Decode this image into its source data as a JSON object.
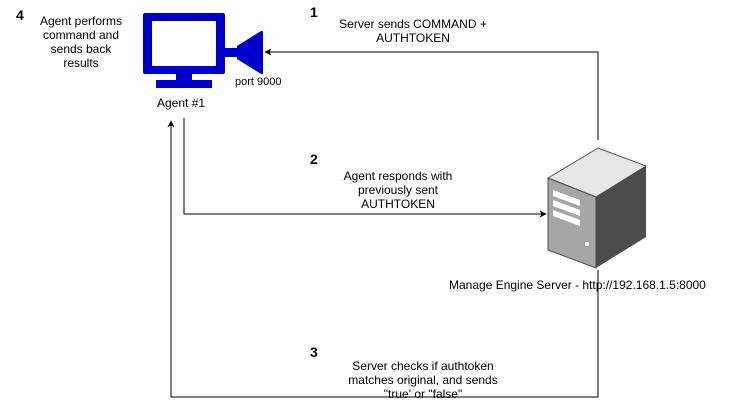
{
  "agent": {
    "label": "Agent #1",
    "port_label": "port 9000",
    "icon": "monitor-icon",
    "color": "#0000CC"
  },
  "server": {
    "label": "Manage Engine Server - http://192.168.1.5:8000",
    "icon": "server-tower-icon"
  },
  "steps": [
    {
      "number": "1",
      "lines": [
        "Server sends COMMAND +",
        "AUTHTOKEN"
      ]
    },
    {
      "number": "2",
      "lines": [
        "Agent responds with",
        "previously sent",
        "AUTHTOKEN"
      ]
    },
    {
      "number": "3",
      "lines": [
        "Server checks if authtoken",
        "matches original, and sends",
        "\"true' or \"false\""
      ]
    },
    {
      "number": "4",
      "lines": [
        "Agent performs",
        "command and",
        "sends back",
        "results"
      ]
    }
  ],
  "colors": {
    "line": "#000000",
    "server_dark": "#4d4d4d",
    "server_mid": "#a6a6a6",
    "server_light": "#e6e6e6"
  }
}
